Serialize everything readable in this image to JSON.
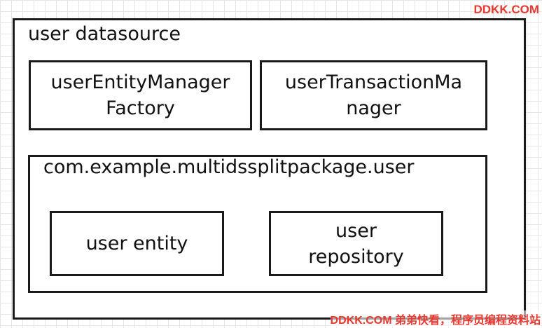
{
  "watermark_top": "DDKK.COM",
  "watermark_bottom": "DDKK.COM 弟弟快看，程序员编程资料站",
  "colors": {
    "border": "#1a1a1a",
    "text": "#111111",
    "watermark": "#e8382f",
    "grid": "#e6e6e6"
  },
  "datasource": {
    "title": "user datasource",
    "entity_manager_factory": "userEntityManager\nFactory",
    "transaction_manager": "userTransactionMa\nnager",
    "package": {
      "title": "com.example.multidssplitpackage.user",
      "entity": "user entity",
      "repository": "user\nrepository"
    }
  }
}
